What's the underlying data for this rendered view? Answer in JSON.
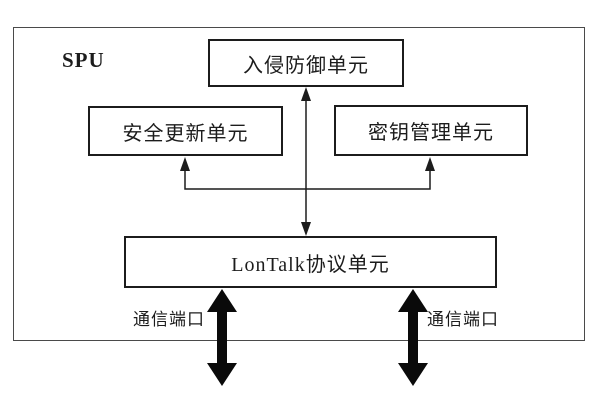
{
  "diagram": {
    "spu_label": "SPU",
    "boxes": {
      "intrusion_prevention": "入侵防御单元",
      "security_update": "安全更新单元",
      "key_management": "密钥管理单元",
      "lontalk_protocol": "LonTalk协议单元"
    },
    "port_labels": {
      "left": "通信端口",
      "right": "通信端口"
    },
    "colors": {
      "line": "#1c1c1c",
      "text": "#1c1c1c",
      "background": "#ffffff"
    }
  }
}
